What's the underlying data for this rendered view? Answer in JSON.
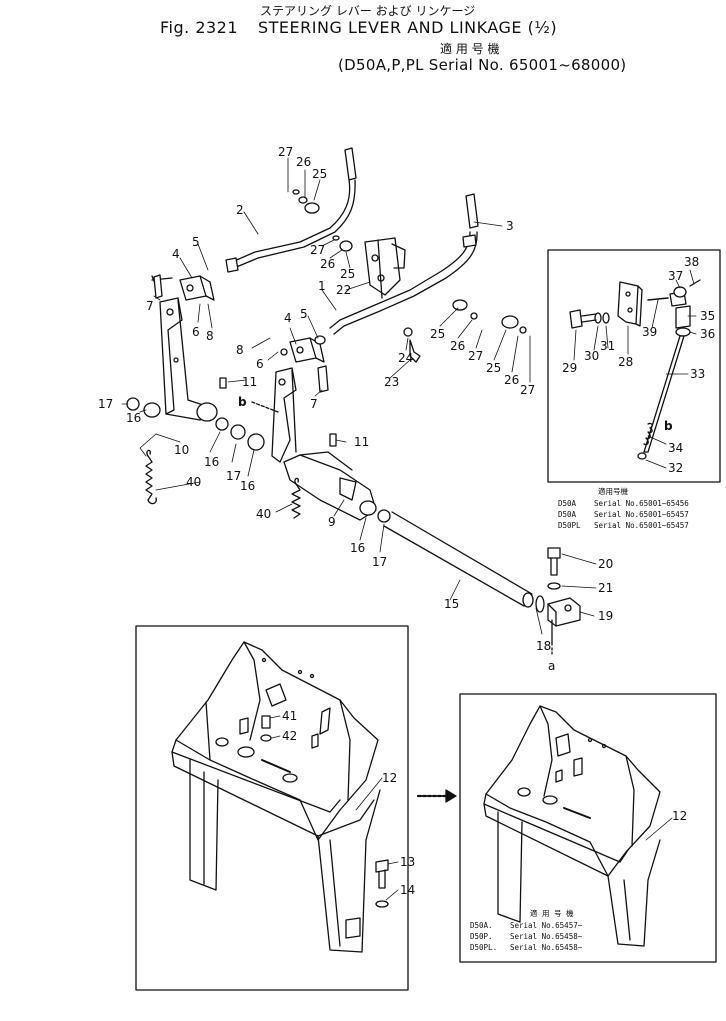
{
  "header": {
    "title_jp": "ステアリング レバー および リンケージ",
    "fig_label": "Fig. 2321",
    "title": "STEERING LEVER AND LINKAGE (½)",
    "applicable_jp": "適 用 号 機",
    "serial_range": "(D50A,P,PL Serial No. 65001~68000)"
  },
  "inset_right": {
    "heading_jp": "適用号機",
    "rows": [
      {
        "model": "D50A",
        "serial": "Serial No.65001~65456"
      },
      {
        "model": "D50A",
        "serial": "Serial No.65001~65457"
      },
      {
        "model": "D50PL",
        "serial": "Serial No.65001~65457"
      }
    ]
  },
  "inset_bottom_right": {
    "heading_jp": "適 用 号 機",
    "rows": [
      {
        "model": "D50A.",
        "serial": "Serial No.65457~"
      },
      {
        "model": "D50P.",
        "serial": "Serial No.65458~"
      },
      {
        "model": "D50PL.",
        "serial": "Serial No.65458~"
      }
    ]
  },
  "callouts": [
    {
      "label": "27"
    },
    {
      "label": "26"
    },
    {
      "label": "25"
    },
    {
      "label": "2"
    },
    {
      "label": "3"
    },
    {
      "label": "27"
    },
    {
      "label": "26"
    },
    {
      "label": "25"
    },
    {
      "label": "22"
    },
    {
      "label": "1"
    },
    {
      "label": "4"
    },
    {
      "label": "5"
    },
    {
      "label": "7"
    },
    {
      "label": "6"
    },
    {
      "label": "8"
    },
    {
      "label": "5"
    },
    {
      "label": "4"
    },
    {
      "label": "8"
    },
    {
      "label": "6"
    },
    {
      "label": "7"
    },
    {
      "label": "24"
    },
    {
      "label": "23"
    },
    {
      "label": "25"
    },
    {
      "label": "26"
    },
    {
      "label": "27"
    },
    {
      "label": "25"
    },
    {
      "label": "26"
    },
    {
      "label": "27"
    },
    {
      "label": "11"
    },
    {
      "label": "b"
    },
    {
      "label": "17"
    },
    {
      "label": "16"
    },
    {
      "label": "10"
    },
    {
      "label": "16"
    },
    {
      "label": "17"
    },
    {
      "label": "16"
    },
    {
      "label": "11"
    },
    {
      "label": "40"
    },
    {
      "label": "40"
    },
    {
      "label": "9"
    },
    {
      "label": "16"
    },
    {
      "label": "17"
    },
    {
      "label": "15"
    },
    {
      "label": "18"
    },
    {
      "label": "19"
    },
    {
      "label": "20"
    },
    {
      "label": "21"
    },
    {
      "label": "a"
    },
    {
      "label": "38"
    },
    {
      "label": "37"
    },
    {
      "label": "35"
    },
    {
      "label": "36"
    },
    {
      "label": "29"
    },
    {
      "label": "30"
    },
    {
      "label": "31"
    },
    {
      "label": "28"
    },
    {
      "label": "39"
    },
    {
      "label": "33"
    },
    {
      "label": "b"
    },
    {
      "label": "34"
    },
    {
      "label": "32"
    },
    {
      "label": "41"
    },
    {
      "label": "42"
    },
    {
      "label": "12"
    },
    {
      "label": "13"
    },
    {
      "label": "14"
    },
    {
      "label": "12"
    }
  ]
}
